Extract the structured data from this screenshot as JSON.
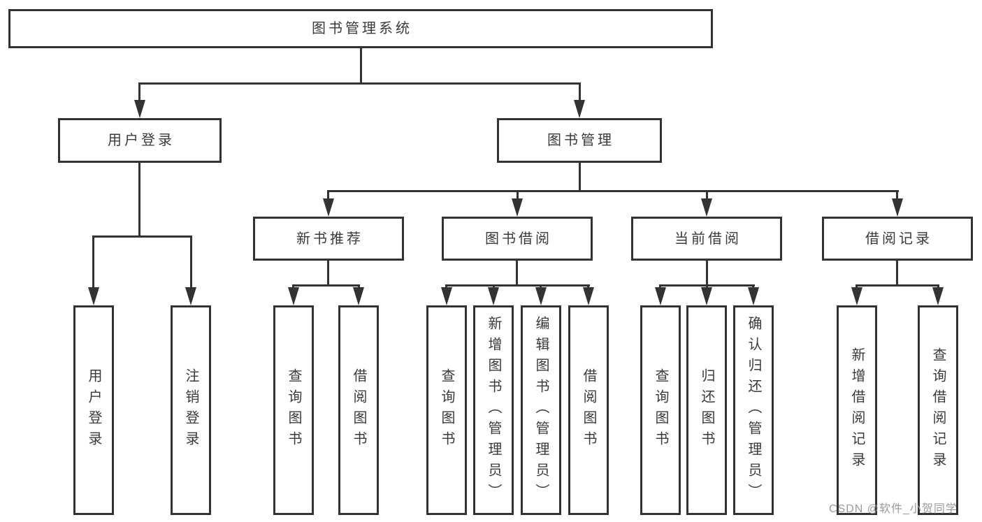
{
  "diagram_title": "图书管理系统",
  "nodes": {
    "root": {
      "label": "图书管理系统"
    },
    "user_login": {
      "label": "用户登录"
    },
    "book_management": {
      "label": "图书管理"
    },
    "new_book_recommend": {
      "label": "新书推荐"
    },
    "book_borrow": {
      "label": "图书借阅"
    },
    "current_borrow": {
      "label": "当前借阅"
    },
    "borrow_record": {
      "label": "借阅记录"
    },
    "leaf_user_login": {
      "label": "用户登录"
    },
    "leaf_logout_login": {
      "label": "注销登录"
    },
    "leaf_query_book_a": {
      "label": "查询图书"
    },
    "leaf_borrow_book_a": {
      "label": "借阅图书"
    },
    "leaf_query_book_b": {
      "label": "查询图书"
    },
    "leaf_add_book_admin": {
      "label": "新增图书（管理员）"
    },
    "leaf_edit_book_admin": {
      "label": "编辑图书（管理员）"
    },
    "leaf_borrow_book_b": {
      "label": "借阅图书"
    },
    "leaf_query_book_c": {
      "label": "查询图书"
    },
    "leaf_return_book": {
      "label": "归还图书"
    },
    "leaf_confirm_return_admin": {
      "label": "确认归还（管理员）"
    },
    "leaf_add_borrow_record": {
      "label": "新增借阅记录"
    },
    "leaf_query_borrow_record": {
      "label": "查询借阅记录"
    }
  },
  "edges": [
    {
      "from": "root",
      "to": [
        "user_login",
        "book_management"
      ]
    },
    {
      "from": "user_login",
      "to": [
        "leaf_user_login",
        "leaf_logout_login"
      ]
    },
    {
      "from": "book_management",
      "to": [
        "new_book_recommend",
        "book_borrow",
        "current_borrow",
        "borrow_record"
      ]
    },
    {
      "from": "new_book_recommend",
      "to": [
        "leaf_query_book_a",
        "leaf_borrow_book_a"
      ]
    },
    {
      "from": "book_borrow",
      "to": [
        "leaf_query_book_b",
        "leaf_add_book_admin",
        "leaf_edit_book_admin",
        "leaf_borrow_book_b"
      ]
    },
    {
      "from": "current_borrow",
      "to": [
        "leaf_query_book_c",
        "leaf_return_book",
        "leaf_confirm_return_admin"
      ]
    },
    {
      "from": "borrow_record",
      "to": [
        "leaf_add_borrow_record",
        "leaf_query_borrow_record"
      ]
    }
  ],
  "watermark": {
    "text": "CSDN @软件_小贺同学"
  },
  "colors": {
    "line": "#333333",
    "text": "#3a3a3a",
    "box_background": "#ffffff",
    "watermark": "#9a9a9a"
  }
}
